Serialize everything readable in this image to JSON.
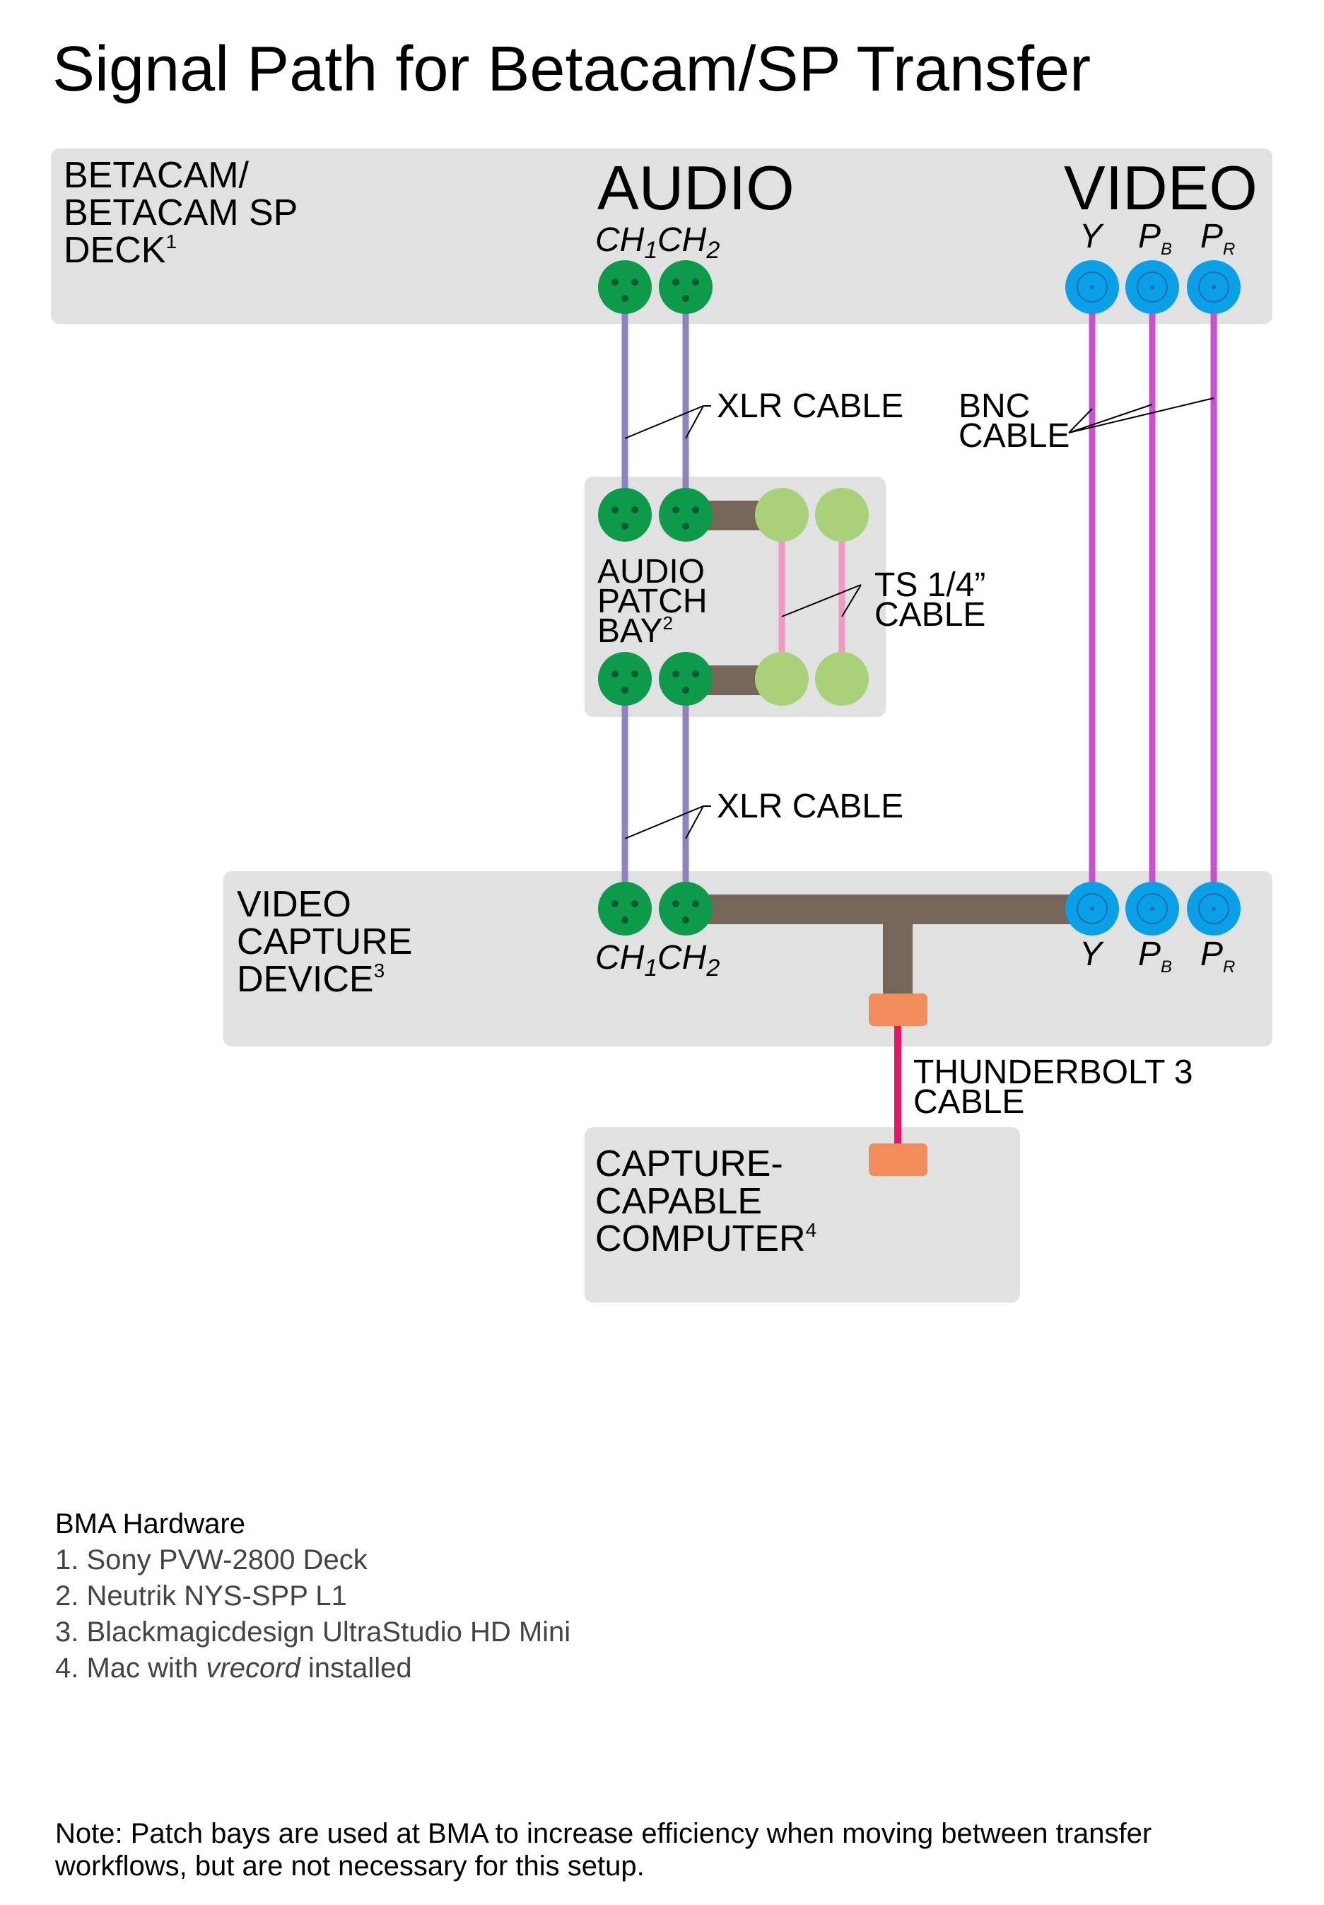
{
  "title": "Signal Path for Betacam/SP Transfer",
  "deck": {
    "label_lines": [
      "BETACAM/",
      "BETACAM SP",
      "DECK"
    ],
    "footnote": "1",
    "audio_header": "AUDIO",
    "video_header": "VIDEO"
  },
  "audio_channels": {
    "ch1_base": "CH",
    "ch1_sub": "1",
    "ch2_base": "CH",
    "ch2_sub": "2"
  },
  "video_channels": {
    "y": "Y",
    "pb_base": "P",
    "pb_sub": "B",
    "pr_base": "P",
    "pr_sub": "R"
  },
  "cables": {
    "xlr_top": "XLR CABLE",
    "xlr_bottom": "XLR CABLE",
    "bnc_lines": [
      "BNC",
      "CABLE"
    ],
    "ts_lines": [
      "TS 1/4”",
      "CABLE"
    ],
    "thunderbolt_lines": [
      "THUNDERBOLT 3",
      "CABLE"
    ]
  },
  "patch_bay": {
    "label_lines": [
      "AUDIO",
      "PATCH",
      "BAY"
    ],
    "footnote": "2"
  },
  "capture_device": {
    "label_lines": [
      "VIDEO",
      "CAPTURE",
      "DEVICE"
    ],
    "footnote": "3"
  },
  "computer": {
    "label_lines": [
      "CAPTURE-",
      "CAPABLE",
      "COMPUTER"
    ],
    "footnote": "4"
  },
  "hardware": {
    "heading": "BMA Hardware",
    "items": [
      "1. Sony PVW-2800 Deck",
      "2. Neutrik NYS-SPP L1",
      "3. Blackmagicdesign UltraStudio HD Mini"
    ],
    "item4_prefix": "4. Mac with ",
    "item4_software": "vrecord",
    "item4_suffix": " installed"
  },
  "note": "Note: Patch bays are used at BMA to increase efficiency when moving between transfer workflows, but are not necessary for this setup.",
  "colors": {
    "panel": "#e1e1e1",
    "xlr_connector": "#0d9a4b",
    "bnc_connector": "#0aa0e8",
    "ts_jack": "#a8d27a",
    "xlr_cable": "#8f82be",
    "bnc_cable": "#cc4fd0",
    "ts_cable": "#f199c2",
    "internal_link": "#756659",
    "thunderbolt_cable": "#e4166c",
    "thunderbolt_port": "#f28c5a"
  },
  "icons": [
    "xlr-connector-icon",
    "bnc-connector-icon",
    "ts-jack-icon",
    "thunderbolt-port-icon"
  ]
}
